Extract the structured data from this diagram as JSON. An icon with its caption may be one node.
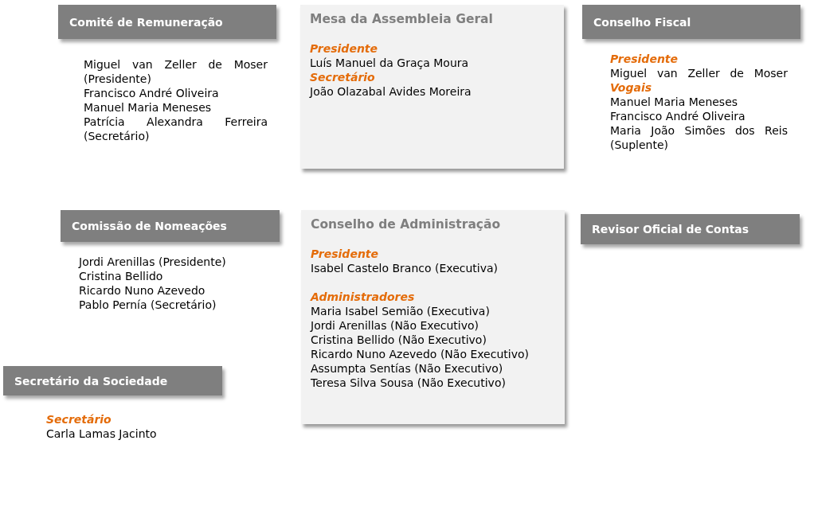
{
  "diagram": {
    "nodes": [
      {
        "text": [
          "Comité de Remuneração"
        ],
        "beside": [
          "Miguel van Zeller de Moser (Presidente)",
          "Francisco André Oliveira",
          "Manuel Maria Meneses",
          "Patrícia Alexandra Ferreira (Secretário)"
        ]
      },
      {
        "text": [
          "Mesa da Assembleia Geral",
          "Presidente",
          "Luís Manuel da Graça Moura",
          "Secretário",
          "João Olazabal Avides Moreira"
        ]
      },
      {
        "text": [
          "Conselho Fiscal"
        ],
        "beside": [
          "Presidente",
          "Miguel van Zeller de Moser",
          "Vogais",
          "Manuel Maria Meneses",
          "Francisco André Oliveira",
          "Maria João Simões dos Reis (Suplente)"
        ]
      },
      {
        "text": [
          "Comissão de Nomeações"
        ],
        "beside": [
          "Jordi Arenillas (Presidente)",
          "Cristina Bellido",
          "Ricardo Nuno Azevedo",
          "Pablo Pernía (Secretário)"
        ]
      },
      {
        "text": [
          "Conselho de Administração",
          "Presidente",
          "Isabel Castelo Branco (Executiva)",
          "Administradores",
          "Maria Isabel Semião (Executiva)",
          "Jordi Arenillas (Não Executivo)",
          "Cristina Bellido (Não Executivo)",
          "Ricardo Nuno Azevedo (Não Executivo)",
          "Assumpta Sentías (Não Executivo)",
          "Teresa Silva Sousa (Não Executivo)"
        ]
      },
      {
        "text": [
          "Revisor Oficial de Contas"
        ]
      },
      {
        "text": [
          "Secretário da Sociedade"
        ],
        "beside": [
          "Secretário",
          "Carla Lamas Jacinto"
        ]
      }
    ]
  }
}
